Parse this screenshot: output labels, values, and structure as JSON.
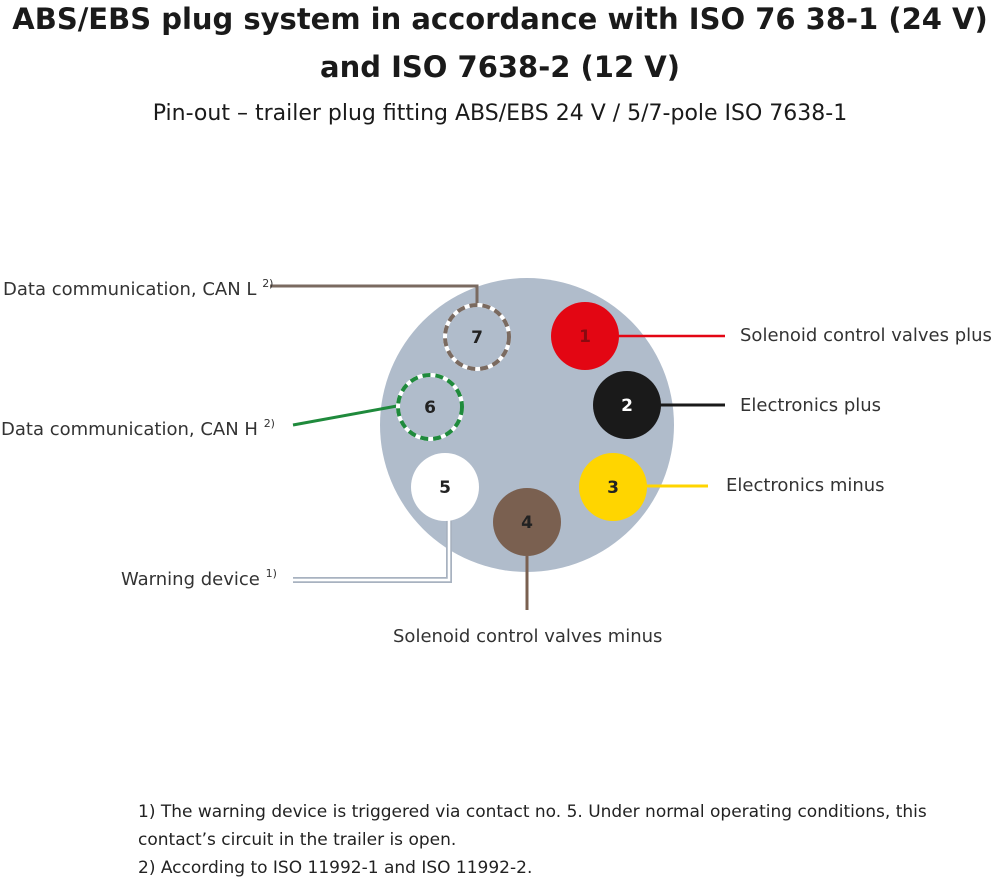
{
  "title_line1": "ABS/EBS plug system in accordance with ISO 76 38-1 (24 V)",
  "title_line2": "and ISO 7638-2 (12 V)",
  "subtitle": "Pin-out – trailer plug fitting ABS/EBS 24 V / 5/7-pole ISO 7638-1",
  "pins": [
    {
      "number": "1",
      "label": "Solenoid control valves plus",
      "note": "",
      "color": "#e30613"
    },
    {
      "number": "2",
      "label": "Electronics plus",
      "note": "",
      "color": "#1a1a1a"
    },
    {
      "number": "3",
      "label": "Electronics minus",
      "note": "",
      "color": "#ffd500"
    },
    {
      "number": "4",
      "label": "Solenoid control valves minus",
      "note": "",
      "color": "#7a6050"
    },
    {
      "number": "5",
      "label": "Warning device",
      "note": "1)",
      "color": "#ffffff"
    },
    {
      "number": "6",
      "label": "Data communication, CAN H",
      "note": "2)",
      "color": "#1f8a3c"
    },
    {
      "number": "7",
      "label": "Data communication, CAN L",
      "note": "2)",
      "color": "#7a6a60"
    }
  ],
  "plug_color": "#b0bccb",
  "footnotes": [
    "1) The warning device is triggered via contact no. 5. Under normal operating conditions, this contact’s circuit in the trailer is open.",
    "2) According to ISO 11992-1 and ISO 11992-2."
  ]
}
